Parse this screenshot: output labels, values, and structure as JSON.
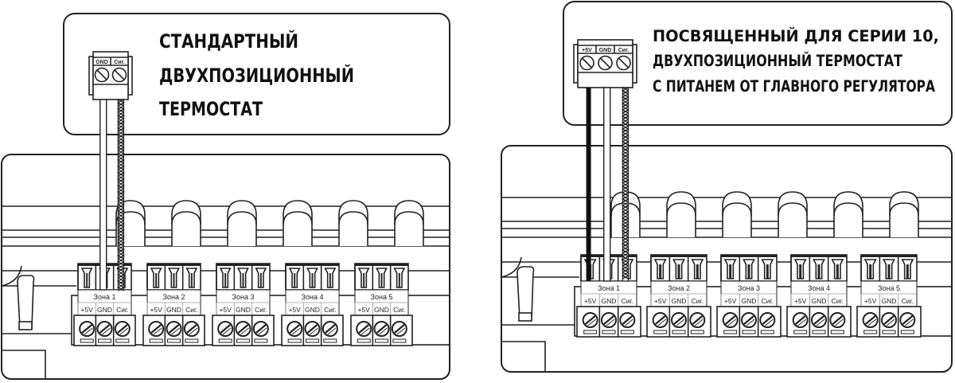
{
  "colors": {
    "line": "#222222",
    "background": "#ffffff",
    "wire_power": "#111111"
  },
  "panels": [
    {
      "id": "standard",
      "callout": {
        "title_lines": [
          "СТАНДАРТНЫЙ",
          "ДВУХПОЗИЦИОННЫЙ",
          "ТЕРМОСТАТ"
        ]
      },
      "thermostat_connector": {
        "terminals": [
          "GND",
          "Сиг."
        ]
      },
      "wires": [
        {
          "from": "GND",
          "to_zone": 1,
          "to_terminal": "GND",
          "style": "plain"
        },
        {
          "from": "Сиг.",
          "to_zone": 1,
          "to_terminal": "Сиг.",
          "style": "twisted"
        }
      ],
      "zones": [
        {
          "label": "Зона 1",
          "terminals": [
            "+5V",
            "GND",
            "Сиг."
          ]
        },
        {
          "label": "Зона 2",
          "terminals": [
            "+5V",
            "GND",
            "Сиг."
          ]
        },
        {
          "label": "Зона 3",
          "terminals": [
            "+5V",
            "GND",
            "Сиг."
          ]
        },
        {
          "label": "Зона 4",
          "terminals": [
            "+5V",
            "GND",
            "Сиг."
          ]
        },
        {
          "label": "Зона 5",
          "terminals": [
            "+5V",
            "GND",
            "Сиг."
          ]
        }
      ]
    },
    {
      "id": "series10",
      "callout": {
        "title_lines": [
          "ПОСВЯЩЕННЫЙ  ДЛЯ  СЕРИИ 10,",
          "ДВУХПОЗИЦИОННЫЙ ТЕРМОСТАТ",
          "С ПИТАНЕМ ОТ ГЛАВНОГО РЕГУЛЯТОРА"
        ]
      },
      "thermostat_connector": {
        "terminals": [
          "+5V",
          "GND",
          "Сиг."
        ]
      },
      "wires": [
        {
          "from": "+5V",
          "to_zone": 1,
          "to_terminal": "+5V",
          "style": "solid-black"
        },
        {
          "from": "GND",
          "to_zone": 1,
          "to_terminal": "GND",
          "style": "plain"
        },
        {
          "from": "Сиг.",
          "to_zone": 1,
          "to_terminal": "Сиг.",
          "style": "twisted"
        }
      ],
      "zones": [
        {
          "label": "Зона 1",
          "terminals": [
            "+5V",
            "GND",
            "Сиг."
          ]
        },
        {
          "label": "Зона 2",
          "terminals": [
            "+5V",
            "GND",
            "Сиг."
          ]
        },
        {
          "label": "Зона 3",
          "terminals": [
            "+5V",
            "GND",
            "Сиг."
          ]
        },
        {
          "label": "Зона 4",
          "terminals": [
            "+5V",
            "GND",
            "Сиг."
          ]
        },
        {
          "label": "Зона 5",
          "terminals": [
            "+5V",
            "GND",
            "Сиг."
          ]
        }
      ]
    }
  ]
}
